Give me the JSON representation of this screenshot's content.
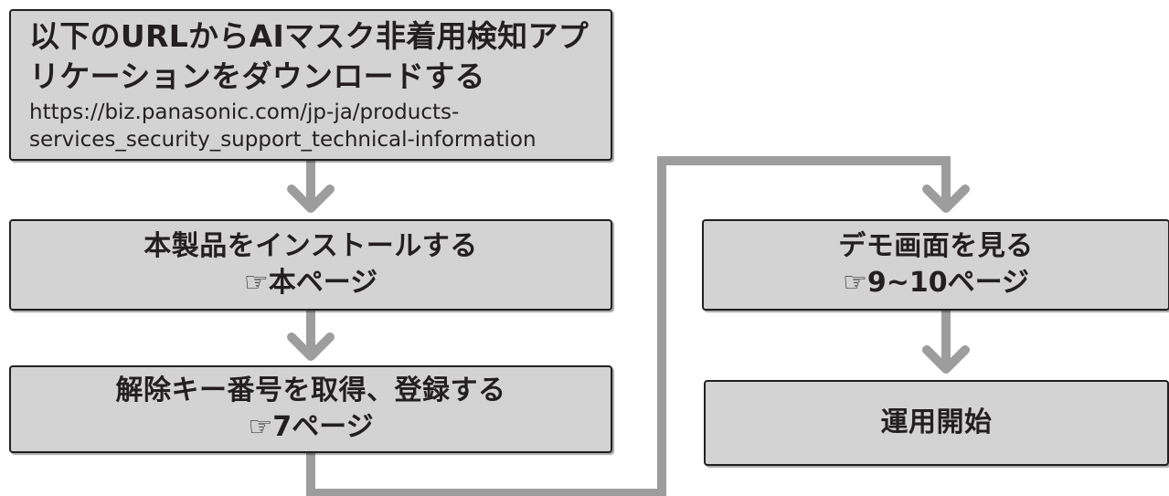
{
  "colors": {
    "box_fill": "#d3d3d3",
    "box_border": "#231f20",
    "connector": "#9d9d9d",
    "text": "#231f20"
  },
  "steps": {
    "download": {
      "title": "以下のURLからAIマスク非着用検知アプリケーションをダウンロードする",
      "url": "https://biz.panasonic.com/jp-ja/products-\nservices_security_support_technical-information"
    },
    "install": {
      "title": "本製品をインストールする",
      "ref": "☞本ページ"
    },
    "license": {
      "title": "解除キー番号を取得、登録する",
      "ref": "☞7ページ"
    },
    "demo": {
      "title": "デモ画面を見る",
      "ref": "☞9~10ページ"
    },
    "start": {
      "title": "運用開始"
    }
  }
}
